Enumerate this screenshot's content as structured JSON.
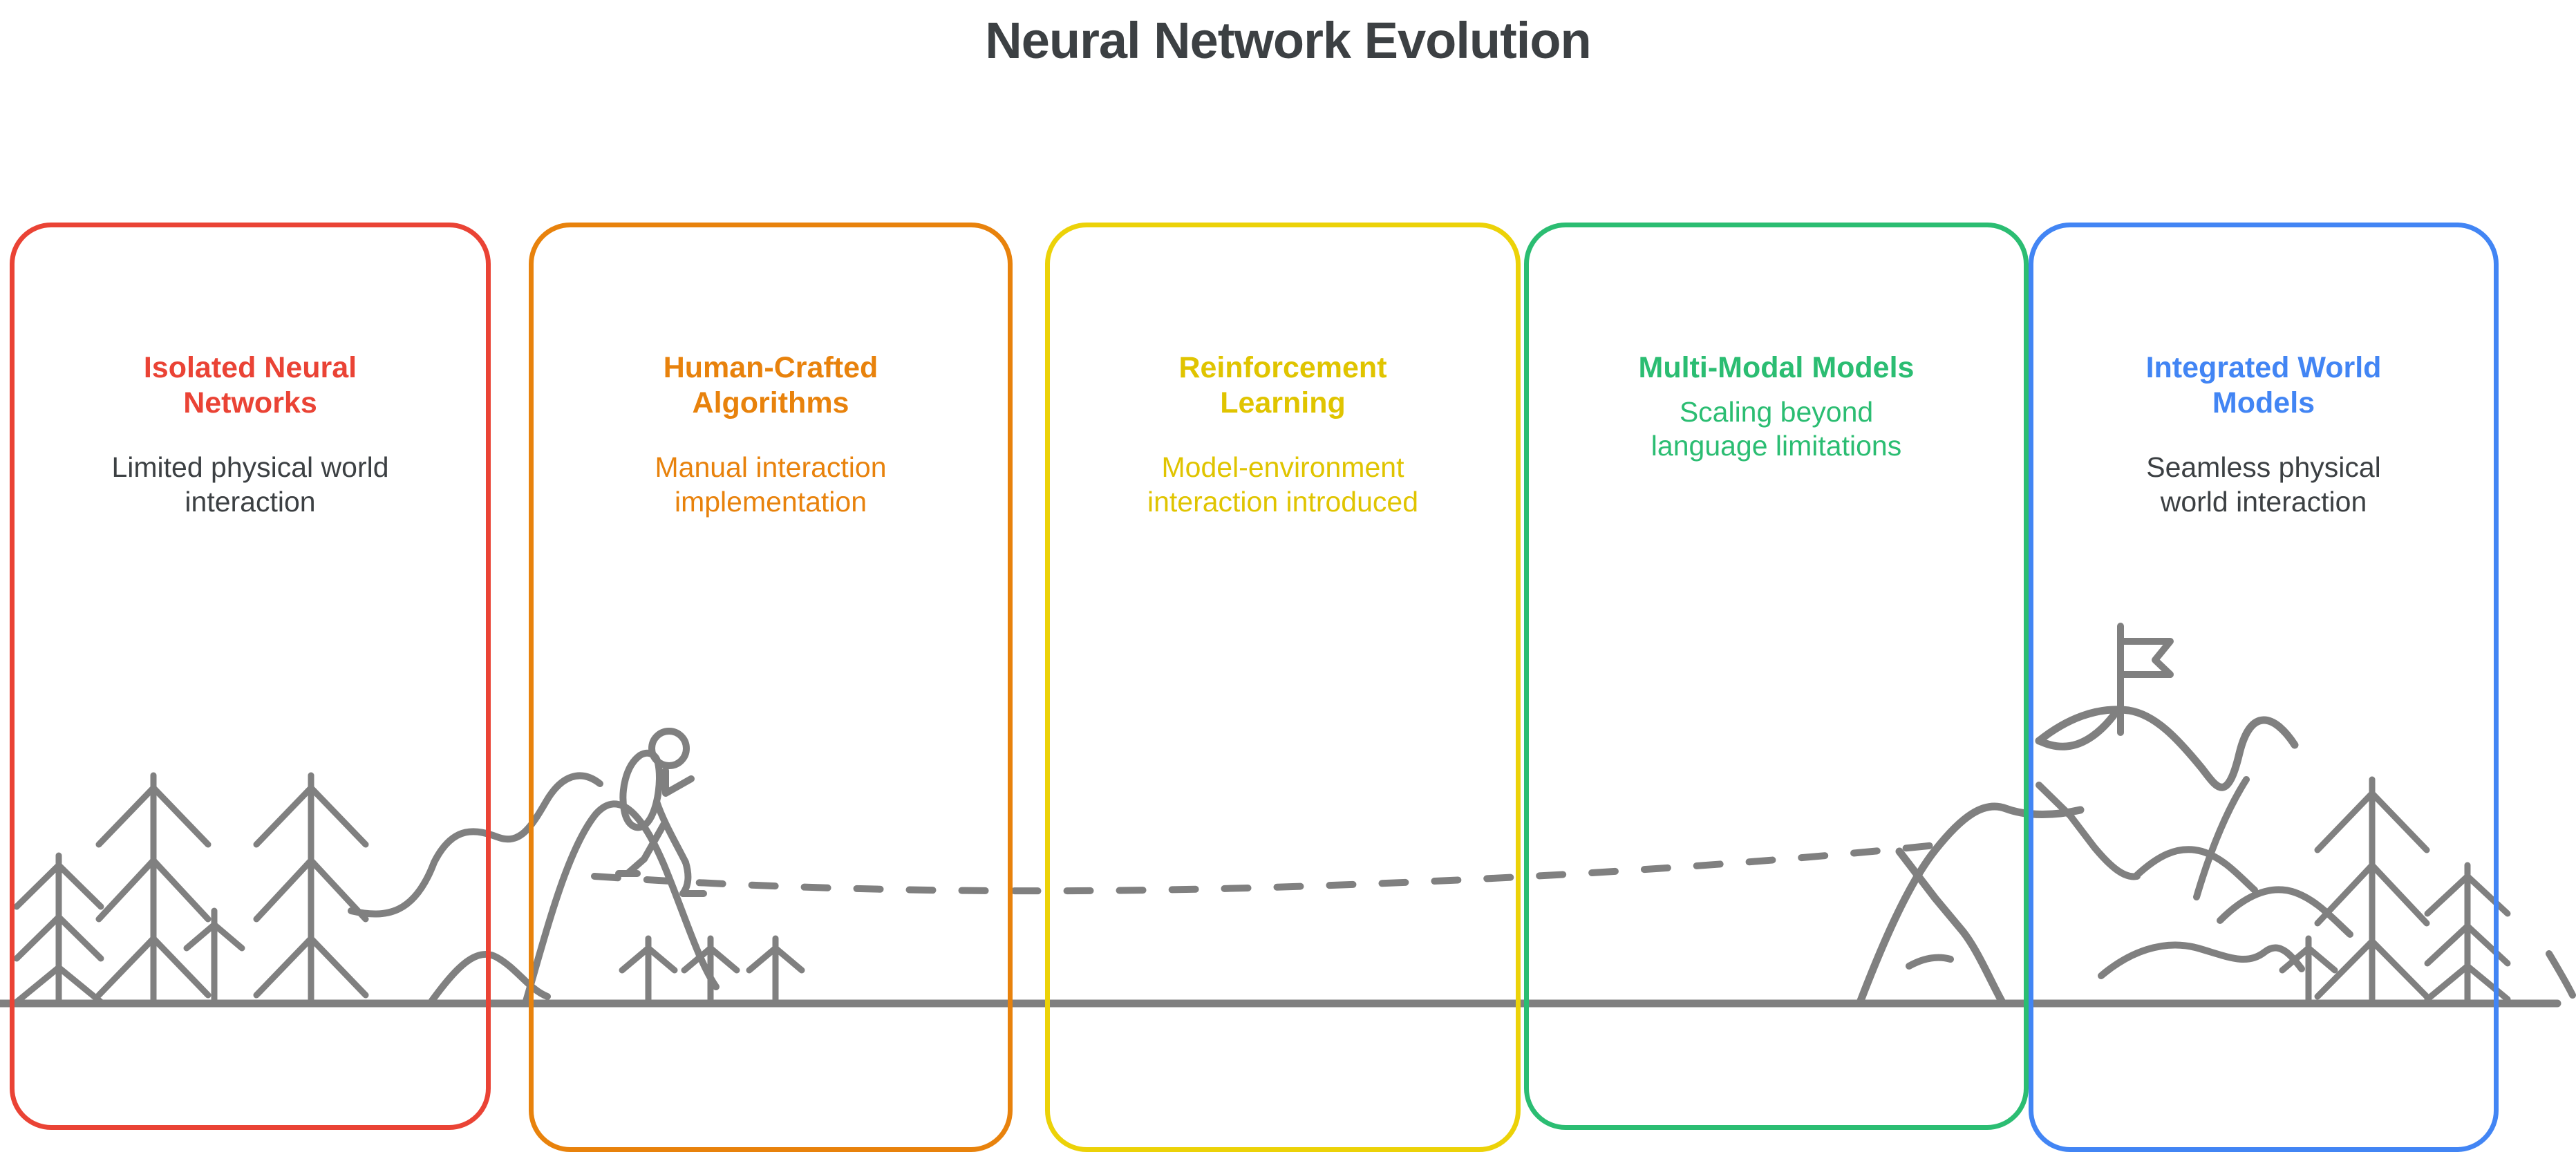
{
  "header": {
    "title": "Neural Network Evolution",
    "title_color": "#3c4043"
  },
  "stages": [
    {
      "id": "isolated-neural-networks",
      "title": "Isolated Neural\nNetworks",
      "title_line1": "Isolated Neural",
      "title_line2": "Networks",
      "subtitle_line1": "Limited physical world",
      "subtitle_line2": "interaction",
      "border_color": "#ea4335",
      "title_color": "#ea4335",
      "subtitle_color": "#3c4043"
    },
    {
      "id": "human-crafted-algorithms",
      "title_line1": "Human-Crafted",
      "title_line2": "Algorithms",
      "subtitle_line1": "Manual interaction",
      "subtitle_line2": "implementation",
      "border_color": "#e8820c",
      "title_color": "#e8820c",
      "subtitle_color": "#e8820c"
    },
    {
      "id": "reinforcement-learning",
      "title_line1": "Reinforcement",
      "title_line2": "Learning",
      "subtitle_line1": "Model-environment",
      "subtitle_line2": "interaction introduced",
      "border_color": "#ecd208",
      "title_color": "#e0c400",
      "subtitle_color": "#e0c400"
    },
    {
      "id": "multi-modal-models",
      "title_line1": "Multi-Modal Models",
      "title_line2": "",
      "subtitle_line1": "Scaling beyond",
      "subtitle_line2": "language limitations",
      "border_color": "#2bbd72",
      "title_color": "#2bbd72",
      "subtitle_color": "#2bbd72"
    },
    {
      "id": "integrated-world-models",
      "title_line1": "Integrated World",
      "title_line2": "Models",
      "subtitle_line1": "Seamless physical",
      "subtitle_line2": "world interaction",
      "border_color": "#4285f4",
      "title_color": "#4285f4",
      "subtitle_color": "#3c4043"
    }
  ],
  "illustration": {
    "stroke_color": "#808080",
    "ground_label": "ground-line",
    "trail_label": "dashed-trail-path",
    "hiker_label": "hiker-figure",
    "flag_label": "summit-flag",
    "left_scene": "pine-forest-flat-terrain",
    "right_scene": "mountain-range-with-summit-flag"
  }
}
